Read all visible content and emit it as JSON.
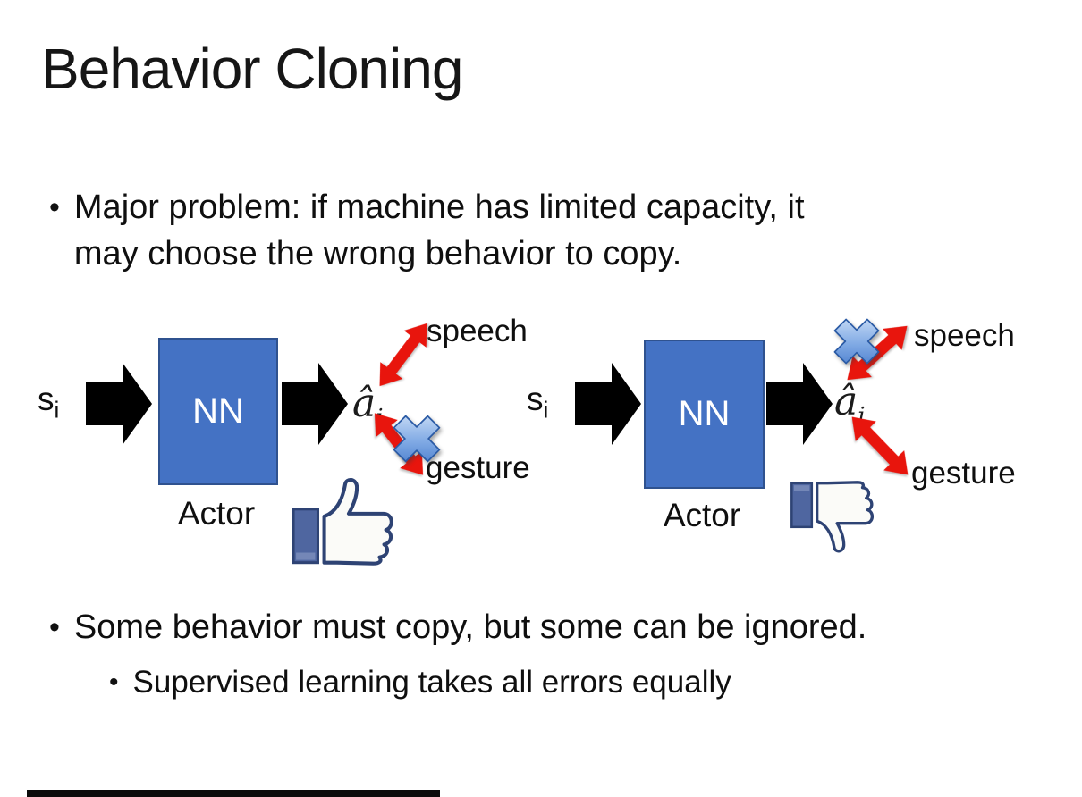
{
  "slide": {
    "title": "Behavior Cloning",
    "bullet_glyph": "•",
    "bullet_major": {
      "lines": [
        "Major problem: if machine has limited capacity, it",
        "may choose the wrong behavior to copy."
      ]
    },
    "bullet_some": "Some behavior must copy, but some can be ignored.",
    "bullet_supervised": "Supervised learning takes all errors equally"
  },
  "diagrams": [
    {
      "input_label": "s",
      "input_sub": "i",
      "box_label": "NN",
      "role_label": "Actor",
      "output_label": "â",
      "output_sub": "i",
      "action_top": "speech",
      "action_bottom": "gesture",
      "crossed_out": "gesture",
      "feedback_icon": "thumbs-up"
    },
    {
      "input_label": "s",
      "input_sub": "i",
      "box_label": "NN",
      "role_label": "Actor",
      "output_label": "â",
      "output_sub": "i",
      "action_top": "speech",
      "action_bottom": "gesture",
      "crossed_out": "speech",
      "feedback_icon": "thumbs-down"
    }
  ],
  "colors": {
    "background": "#FFFFFF",
    "nn_box_fill": "#4472C4",
    "nn_box_border": "#2F528F",
    "arrow_black": "#000000",
    "arrow_red": "#E8150D",
    "cross_blue_light": "#DCEAFB",
    "cross_blue_dark": "#3F74C8",
    "thumb_outline": "#2E4374",
    "thumb_cuff": "#4F66A0"
  }
}
